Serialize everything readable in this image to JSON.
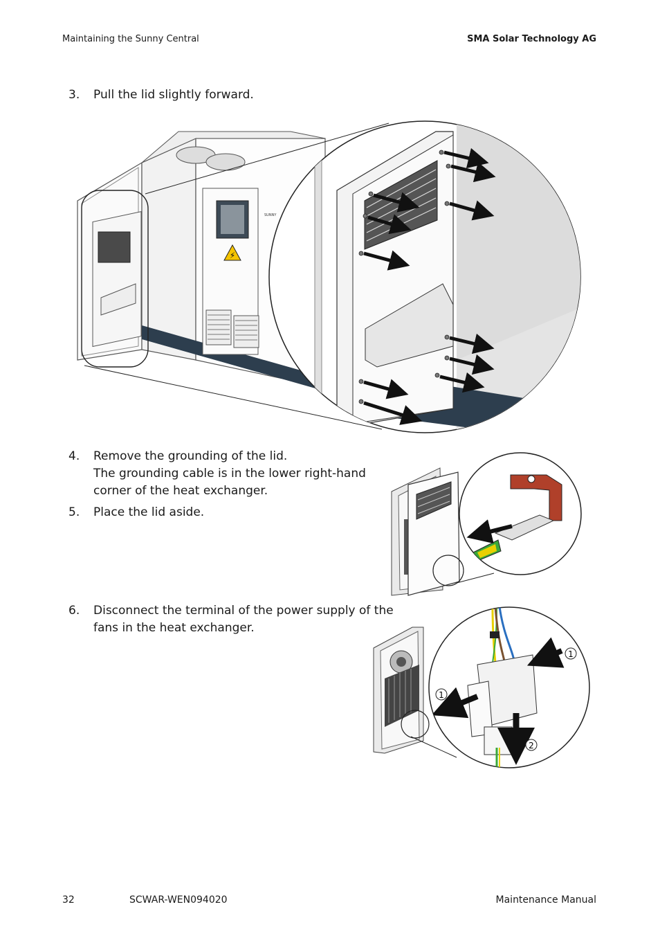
{
  "header": {
    "left": "Maintaining the Sunny Central",
    "right": "SMA Solar Technology AG"
  },
  "steps": [
    {
      "number": "3.",
      "lines": [
        "Pull the lid slightly forward."
      ]
    },
    {
      "number": "4.",
      "lines": [
        "Remove the grounding of the lid.",
        "The grounding cable is in the lower right-hand",
        "corner of the heat exchanger."
      ]
    },
    {
      "number": "5.",
      "lines": [
        "Place the lid aside."
      ]
    },
    {
      "number": "6.",
      "lines": [
        "Disconnect the terminal of the power supply of the",
        "fans in the heat exchanger."
      ]
    }
  ],
  "figure_labels": {
    "cabinet_brand": "SUNNY",
    "callout_1": "1",
    "callout_2": "2"
  },
  "footer": {
    "page_number": "32",
    "doc_code": "SCWAR-WEN094020",
    "doc_type": "Maintenance Manual"
  },
  "colors": {
    "plinth": "#2d3e4e",
    "warning": "#f5c400",
    "bracket": "#b0402a",
    "ground_green": "#3aa83a",
    "ground_yellow": "#e8d000",
    "wire_blue": "#2a6fc0",
    "wire_brown": "#7a5230"
  }
}
